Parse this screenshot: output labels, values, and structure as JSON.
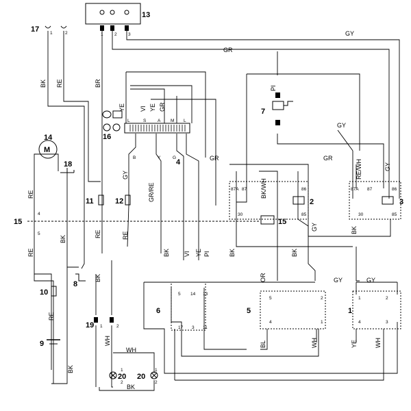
{
  "components": {
    "c1": "1",
    "c2": "2",
    "c3": "3",
    "c4": "4",
    "c5": "5",
    "c6": "6",
    "c7": "7",
    "c8": "8",
    "c9": "9",
    "c10": "10",
    "c11": "11",
    "c12": "12",
    "c13": "13",
    "c14": "14",
    "c15a": "15",
    "c15b": "15",
    "c16": "16",
    "c17": "17",
    "c18": "18",
    "c19": "19",
    "c20a": "20",
    "c20b": "20"
  },
  "wires": {
    "gy_top": "GY",
    "gr_top": "GR",
    "bk_17": "BK",
    "re_17": "RE",
    "br": "BR",
    "pi_7": "PI",
    "ye_sw": "YE",
    "vi_sw": "VI",
    "ye_sw2": "YE",
    "gr_sw": "GR",
    "gy_r3": "GY",
    "gr_mid": "GR",
    "gr_r": "GR",
    "re_wh": "RE/WH",
    "gy_3": "GY",
    "bk_wh": "BK/WH",
    "gy_2": "GY",
    "re_14a": "RE",
    "re_14b": "RE",
    "bk_14": "BK",
    "re_11": "RE",
    "gy_12": "GY",
    "re_12": "RE",
    "gr_re": "GR/RE",
    "bk_m": "BK",
    "vi_m": "VI",
    "ye_m": "YE",
    "pi_m": "PI",
    "bk_m2": "BK",
    "bk_r2": "BK",
    "bk_r3": "BK",
    "bk_8": "BK",
    "or": "OR",
    "gy_1a": "GY",
    "gy_1b": "GY",
    "re_9": "RE",
    "bk_9": "BK",
    "wh_19": "WH",
    "wh_20": "WH",
    "bk_20": "BK",
    "bl": "BL",
    "wh_5": "WH",
    "ye_1": "YE",
    "wh_1": "WH"
  },
  "pins": {
    "t13_1": "1",
    "t13_2": "2",
    "t13_3": "3",
    "t17_1": "1",
    "t17_2": "2",
    "sw_L": "L",
    "sw_S": "S",
    "sw_A": "A",
    "sw_M": "M",
    "sw_L2": "L",
    "sw_B": "B",
    "sw_Y": "Y",
    "sw_G": "G",
    "r2_87a": "87A",
    "r2_87": "87",
    "r2_86": "86",
    "r2_30": "30",
    "r2_85": "85",
    "r3_87a": "87A",
    "r3_87": "87",
    "r3_86": "86",
    "r3_30": "30",
    "r3_85": "85",
    "s15_4": "4",
    "s15_5": "5",
    "s6_5": "5",
    "s6_14": "14",
    "s6_13": "13",
    "s6_17": "17",
    "s6_3": "3",
    "s6_11": "11",
    "s5_5": "5",
    "s5_4": "4",
    "s5b_2": "2",
    "s5b_1": "1",
    "s1_1": "1",
    "s1_2": "2",
    "s1_4": "4",
    "s1_3": "3",
    "t19_1": "1",
    "t19_2": "2",
    "l20a_1": "1",
    "l20a_2": "2",
    "l20b_1": "1",
    "l20b_2": "2"
  }
}
